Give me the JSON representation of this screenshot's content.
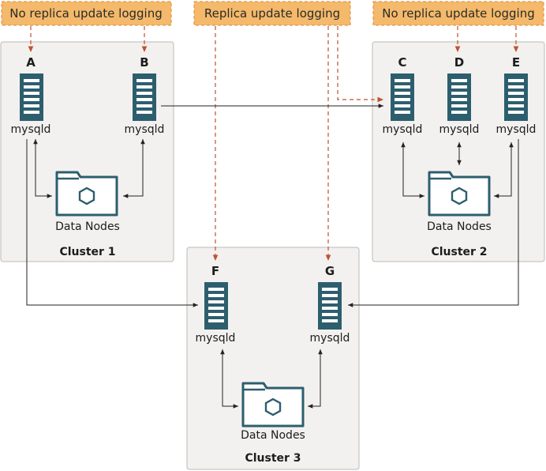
{
  "notes": {
    "left": "No replica update logging",
    "middle": "Replica update logging",
    "right": "No replica update logging"
  },
  "clusters": {
    "c1": {
      "label": "Cluster 1",
      "server_a": {
        "letter": "A",
        "label": "mysqld"
      },
      "server_b": {
        "letter": "B",
        "label": "mysqld"
      },
      "data_nodes": "Data Nodes"
    },
    "c2": {
      "label": "Cluster 2",
      "server_c": {
        "letter": "C",
        "label": "mysqld"
      },
      "server_d": {
        "letter": "D",
        "label": "mysqld"
      },
      "server_e": {
        "letter": "E",
        "label": "mysqld"
      },
      "data_nodes": "Data Nodes"
    },
    "c3": {
      "label": "Cluster 3",
      "server_f": {
        "letter": "F",
        "label": "mysqld"
      },
      "server_g": {
        "letter": "G",
        "label": "mysqld"
      },
      "data_nodes": "Data Nodes"
    }
  },
  "colors": {
    "server": "#2d5e6e",
    "note_fill": "#f4b96a",
    "dashed_arrow": "#c0522d",
    "cluster_fill": "#f2f1ef"
  },
  "icons": {
    "server": "server-rack-icon",
    "data_nodes": "folder-hexagon-icon"
  }
}
